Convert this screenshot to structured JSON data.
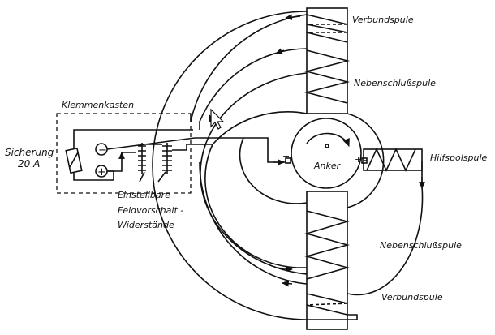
{
  "labels": {
    "verbundspule_top": "Verbundspule",
    "nebenschluss_top": "Nebenschlußspule",
    "klemmenkasten": "Klemmenkasten",
    "sicherung": "Sicherung",
    "sicherung_rating": "20 A",
    "einstellbare": "Einstellbare",
    "feldvorschalt": "Feldvorschalt -",
    "widerstaende": "Widerstände",
    "anker": "Anker",
    "hilfspolspule": "Hilfspolspule",
    "nebenschluss_bottom": "Nebenschlußspule",
    "verbundspule_bottom": "Verbundspule"
  },
  "terminals": {
    "minus": "−",
    "plus": "+"
  },
  "colors": {
    "ink": "#111111",
    "background": "#ffffff"
  }
}
